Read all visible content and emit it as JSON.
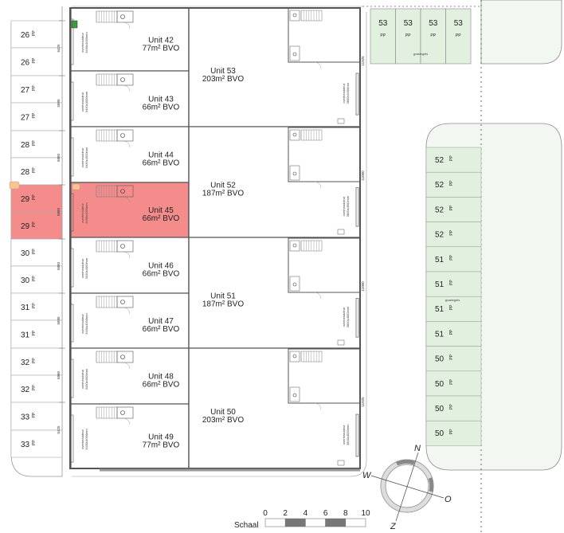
{
  "colors": {
    "highlight": "#f58c8c",
    "highlight_stroke": "#d96a6a",
    "parking_green": "#e2f0df",
    "grass": "#f3f7f1",
    "wall": "#555555",
    "line": "#8a8a8a"
  },
  "units_left": [
    {
      "name": "Unit 42",
      "area": "77m² BVO",
      "door": "overheaddeur",
      "door_size": "3430x4000mm"
    },
    {
      "name": "Unit 43",
      "area": "66m² BVO",
      "door": "overheaddeur",
      "door_size": "3430x4000mm"
    },
    {
      "name": "Unit 44",
      "area": "66m² BVO",
      "door": "overheaddeur",
      "door_size": "3430x4000mm"
    },
    {
      "name": "Unit 45",
      "area": "66m² BVO",
      "door": "overheaddeur",
      "door_size": "3430x4000mm",
      "highlighted": true
    },
    {
      "name": "Unit 46",
      "area": "66m² BVO",
      "door": "overheaddeur",
      "door_size": "3430x4000mm"
    },
    {
      "name": "Unit 47",
      "area": "66m² BVO",
      "door": "overheaddeur",
      "door_size": "3430x4000mm"
    },
    {
      "name": "Unit 48",
      "area": "66m² BVO",
      "door": "overheaddeur",
      "door_size": "3430x4000mm"
    },
    {
      "name": "Unit 49",
      "area": "77m² BVO",
      "door": "overheaddeur",
      "door_size": "3430x4000mm"
    }
  ],
  "units_right": [
    {
      "name": "Unit 53",
      "area": "203m² BVO",
      "door": "overheaddeur",
      "door_size": "3800x4000mm",
      "dim": "11925"
    },
    {
      "name": "Unit 52",
      "area": "187m² BVO",
      "door": "overheaddeur",
      "door_size": "3800x4000mm",
      "dim": "11000"
    },
    {
      "name": "Unit 51",
      "area": "187m² BVO",
      "door": "overheaddeur",
      "door_size": "3800x4000mm",
      "dim": "11000"
    },
    {
      "name": "Unit 50",
      "area": "203m² BVO",
      "door": "overheaddeur",
      "door_size": "3800x4000mm",
      "dim": "11925"
    }
  ],
  "parking_left": [
    {
      "num": "26",
      "label": "PP"
    },
    {
      "num": "26",
      "label": "PP"
    },
    {
      "num": "27",
      "label": "PP"
    },
    {
      "num": "27",
      "label": "PP"
    },
    {
      "num": "28",
      "label": "PP"
    },
    {
      "num": "28",
      "label": "PP"
    },
    {
      "num": "29",
      "label": "PP",
      "highlighted": true
    },
    {
      "num": "29",
      "label": "PP",
      "highlighted": true
    },
    {
      "num": "30",
      "label": "PP"
    },
    {
      "num": "30",
      "label": "PP"
    },
    {
      "num": "31",
      "label": "PP"
    },
    {
      "num": "31",
      "label": "PP"
    },
    {
      "num": "32",
      "label": "PP"
    },
    {
      "num": "32",
      "label": "PP"
    },
    {
      "num": "33",
      "label": "PP"
    },
    {
      "num": "33",
      "label": "PP"
    }
  ],
  "parking_left_dims": [
    "6425",
    "5880",
    "5880",
    "5880",
    "5880",
    "5880",
    "5880",
    "6425"
  ],
  "parking_top": [
    {
      "num": "53",
      "label": "PP"
    },
    {
      "num": "53",
      "label": "PP"
    },
    {
      "num": "53",
      "label": "PP"
    },
    {
      "num": "53",
      "label": "PP"
    }
  ],
  "parking_top_note": "grastegels",
  "parking_right": [
    {
      "num": "52",
      "label": "PP"
    },
    {
      "num": "52",
      "label": "PP"
    },
    {
      "num": "52",
      "label": "PP"
    },
    {
      "num": "52",
      "label": "PP"
    },
    {
      "num": "51",
      "label": "PP"
    },
    {
      "num": "51",
      "label": "PP"
    },
    {
      "num": "51",
      "label": "PP"
    },
    {
      "num": "51",
      "label": "PP"
    },
    {
      "num": "50",
      "label": "PP"
    },
    {
      "num": "50",
      "label": "PP"
    },
    {
      "num": "50",
      "label": "PP"
    },
    {
      "num": "50",
      "label": "PP"
    }
  ],
  "parking_right_note": "grastegels",
  "compass": {
    "n": "N",
    "o": "O",
    "z": "Z",
    "w": "W"
  },
  "scale": {
    "label": "Schaal",
    "ticks": [
      "0",
      "2",
      "4",
      "6",
      "8",
      "10"
    ]
  }
}
